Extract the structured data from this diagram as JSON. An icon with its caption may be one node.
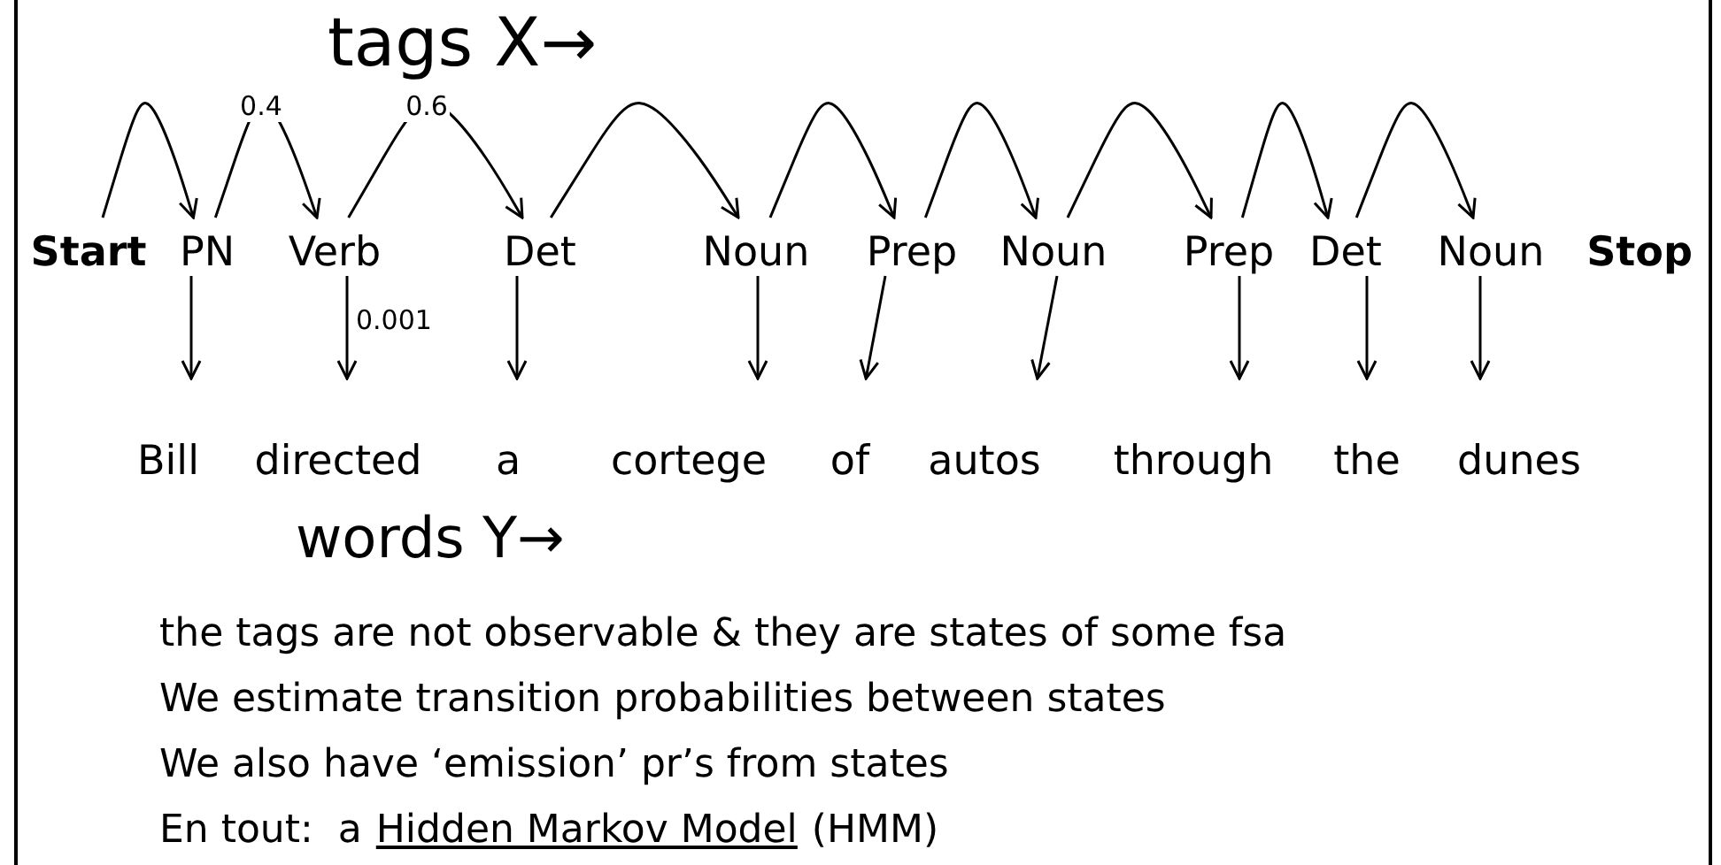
{
  "diagram": {
    "nodes": [
      {
        "text": [
          "Start"
        ]
      },
      {
        "text": [
          "PN"
        ]
      },
      {
        "text": [
          "Verb"
        ]
      },
      {
        "text": [
          "Det"
        ]
      },
      {
        "text": [
          "Noun"
        ]
      },
      {
        "text": [
          "Prep"
        ]
      },
      {
        "text": [
          "Noun"
        ]
      },
      {
        "text": [
          "Prep"
        ]
      },
      {
        "text": [
          "Det"
        ]
      },
      {
        "text": [
          "Noun"
        ]
      },
      {
        "text": [
          "Stop"
        ]
      },
      {
        "text": [
          "Bill"
        ]
      },
      {
        "text": [
          "directed"
        ]
      },
      {
        "text": [
          "a"
        ]
      },
      {
        "text": [
          "cortege"
        ]
      },
      {
        "text": [
          "of"
        ]
      },
      {
        "text": [
          "autos"
        ]
      },
      {
        "text": [
          "through"
        ]
      },
      {
        "text": [
          "the"
        ]
      },
      {
        "text": [
          "dunes"
        ]
      }
    ],
    "edges": [
      {
        "from": 0,
        "to": 1,
        "arrow": "to"
      },
      {
        "from": 1,
        "to": 2,
        "arrow": "to",
        "label": "0.4"
      },
      {
        "from": 2,
        "to": 3,
        "arrow": "to",
        "label": "0.6"
      },
      {
        "from": 3,
        "to": 4,
        "arrow": "to"
      },
      {
        "from": 4,
        "to": 5,
        "arrow": "to"
      },
      {
        "from": 5,
        "to": 6,
        "arrow": "to"
      },
      {
        "from": 6,
        "to": 7,
        "arrow": "to"
      },
      {
        "from": 7,
        "to": 8,
        "arrow": "to"
      },
      {
        "from": 8,
        "to": 9,
        "arrow": "to"
      },
      {
        "from": 1,
        "to": 11,
        "arrow": "to"
      },
      {
        "from": 2,
        "to": 12,
        "arrow": "to",
        "label": "0.001"
      },
      {
        "from": 3,
        "to": 13,
        "arrow": "to"
      },
      {
        "from": 4,
        "to": 14,
        "arrow": "to"
      },
      {
        "from": 5,
        "to": 15,
        "arrow": "to"
      },
      {
        "from": 6,
        "to": 16,
        "arrow": "to"
      },
      {
        "from": 7,
        "to": 17,
        "arrow": "to"
      },
      {
        "from": 8,
        "to": 18,
        "arrow": "to"
      },
      {
        "from": 9,
        "to": 19,
        "arrow": "to"
      }
    ],
    "labels": [
      "tags X→",
      "words Y→",
      "the tags are not observable & they are states of some fsa",
      "We estimate transition probabilities between states",
      "We also have ‘emission’ pr’s from states",
      "En tout:  a",
      "Hidden Markov Model",
      "(HMM)"
    ]
  }
}
